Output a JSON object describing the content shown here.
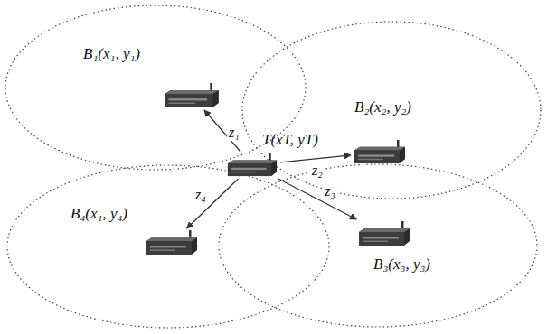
{
  "diagram": {
    "nodes": [
      {
        "text": [
          "B₁(x₁, y₁)"
        ]
      },
      {
        "text": [
          "B₂(x₂, y₂)"
        ]
      },
      {
        "text": [
          "T(xT, yT)"
        ]
      },
      {
        "text": [
          "B₄(x₁, y₄)"
        ]
      },
      {
        "text": [
          "B₃(x₃, y₃)"
        ]
      }
    ],
    "edges": [
      {
        "from": 2,
        "to": 0,
        "arrow": "to",
        "label": "z₁"
      },
      {
        "from": 2,
        "to": 1,
        "arrow": "to",
        "label": "z₂"
      },
      {
        "from": 2,
        "to": 4,
        "arrow": "to",
        "label": "z₃"
      },
      {
        "from": 2,
        "to": 3,
        "arrow": "to",
        "label": "z₄"
      }
    ]
  }
}
